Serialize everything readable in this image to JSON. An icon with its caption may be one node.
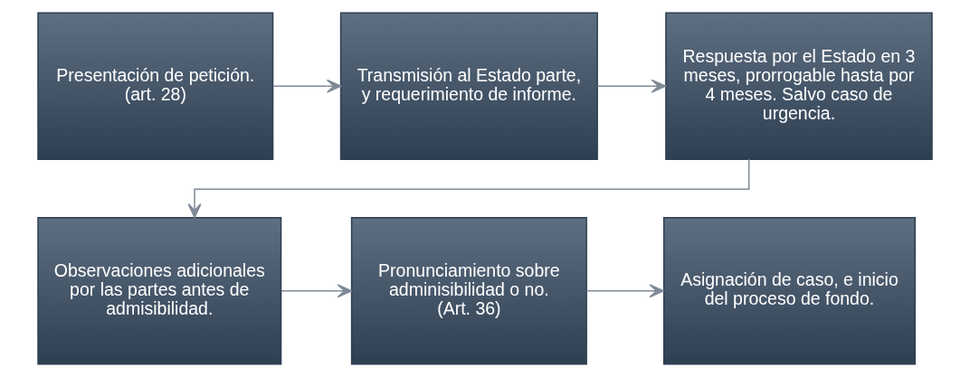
{
  "diagram": {
    "nodes": [
      {
        "text": [
          "Presentación de petición.",
          "(art. 28)"
        ]
      },
      {
        "text": [
          "Transmisión al Estado parte, y requerimiento de informe."
        ]
      },
      {
        "text": [
          "Respuesta por el Estado en 3 meses, prorrogable hasta por 4 meses. Salvo caso de urgencia."
        ]
      },
      {
        "text": [
          "Observaciones adicionales por las partes antes de admisibilidad."
        ]
      },
      {
        "text": [
          "Pronunciamiento sobre adminisibilidad o no.",
          "(Art. 36)"
        ]
      },
      {
        "text": [
          "Asignación de caso, e inicio del proceso de fondo."
        ]
      }
    ],
    "edges": [
      {
        "from": 0,
        "to": 1,
        "arrow": "to"
      },
      {
        "from": 1,
        "to": 2,
        "arrow": "to"
      },
      {
        "from": 2,
        "to": 3,
        "arrow": "to"
      },
      {
        "from": 3,
        "to": 4,
        "arrow": "to"
      },
      {
        "from": 4,
        "to": 5,
        "arrow": "to"
      }
    ]
  }
}
